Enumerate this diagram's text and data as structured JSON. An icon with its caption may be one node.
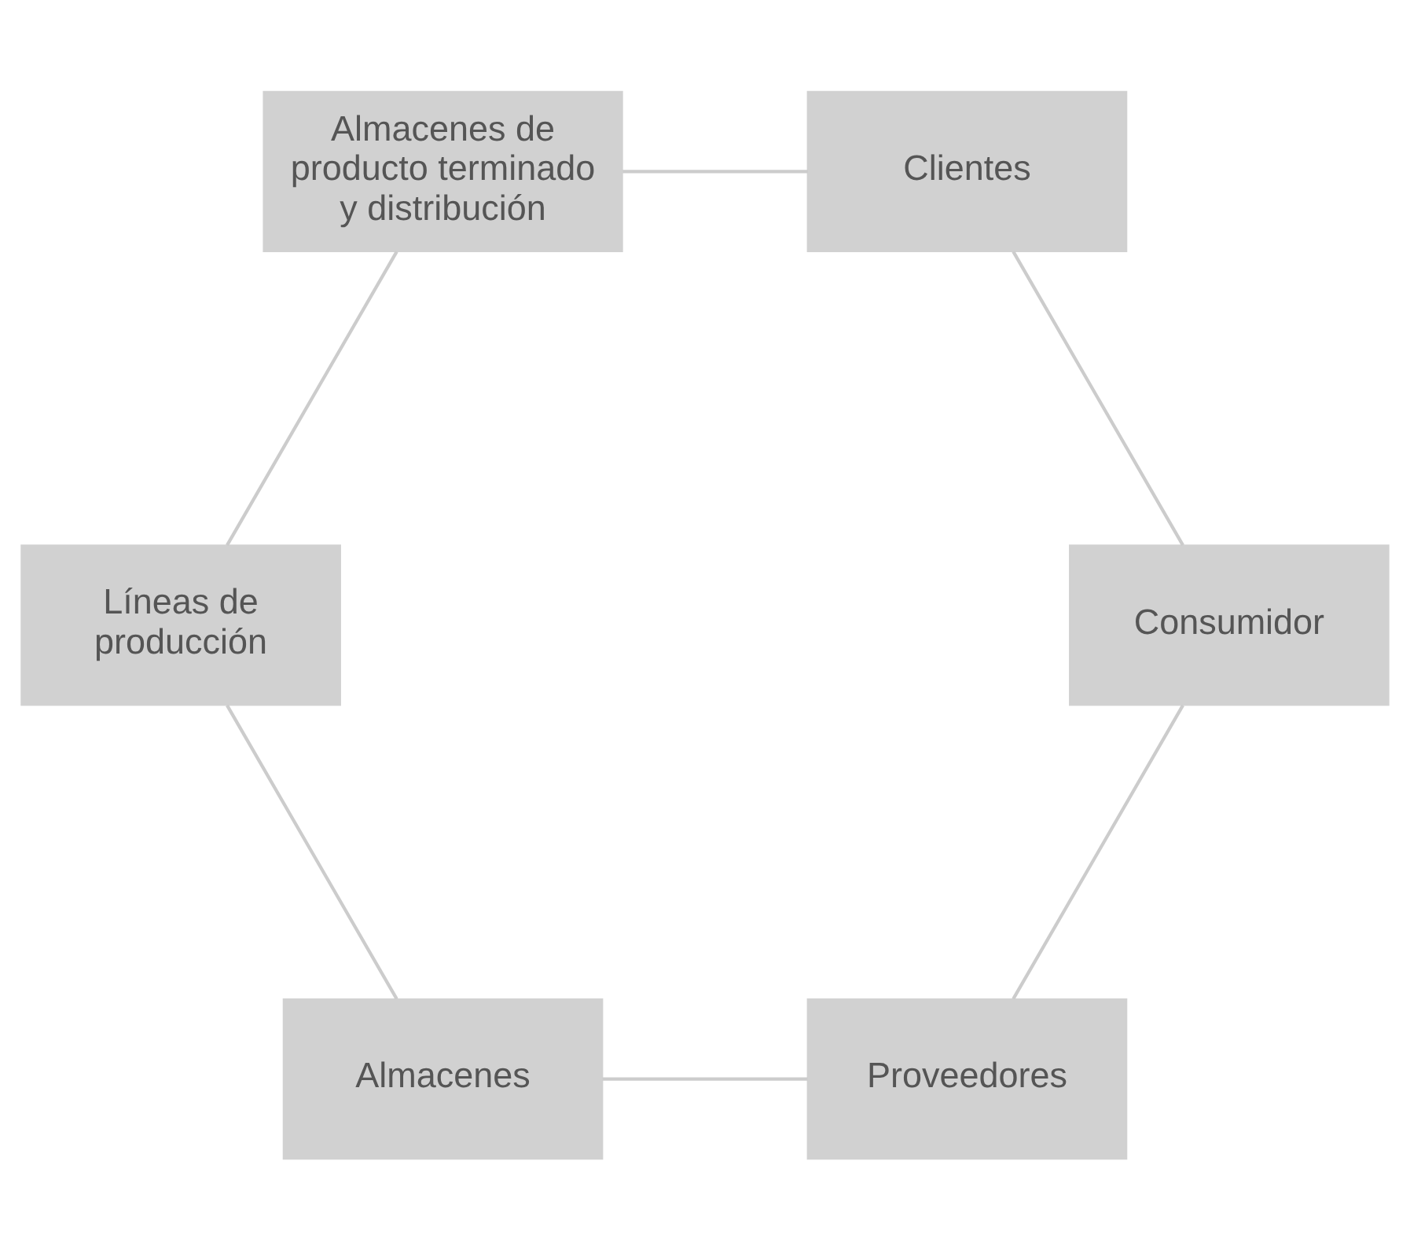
{
  "diagram": {
    "nodes": [
      {
        "text": [
          "Proveedores"
        ]
      },
      {
        "text": [
          "Consumidor"
        ]
      },
      {
        "text": [
          "Almacenes"
        ]
      },
      {
        "text": [
          "Clientes"
        ]
      },
      {
        "text": [
          "Líneas de producción"
        ]
      },
      {
        "text": [
          "Almacenes de producto terminado y distribución"
        ]
      }
    ],
    "edges": [
      {
        "from": 0,
        "to": 2,
        "arrow": "none"
      },
      {
        "from": 2,
        "to": 4,
        "arrow": "none"
      },
      {
        "from": 4,
        "to": 5,
        "arrow": "none"
      },
      {
        "from": 5,
        "to": 3,
        "arrow": "none"
      },
      {
        "from": 3,
        "to": 1,
        "arrow": "none"
      },
      {
        "from": 1,
        "to": 0,
        "arrow": "none"
      }
    ]
  }
}
